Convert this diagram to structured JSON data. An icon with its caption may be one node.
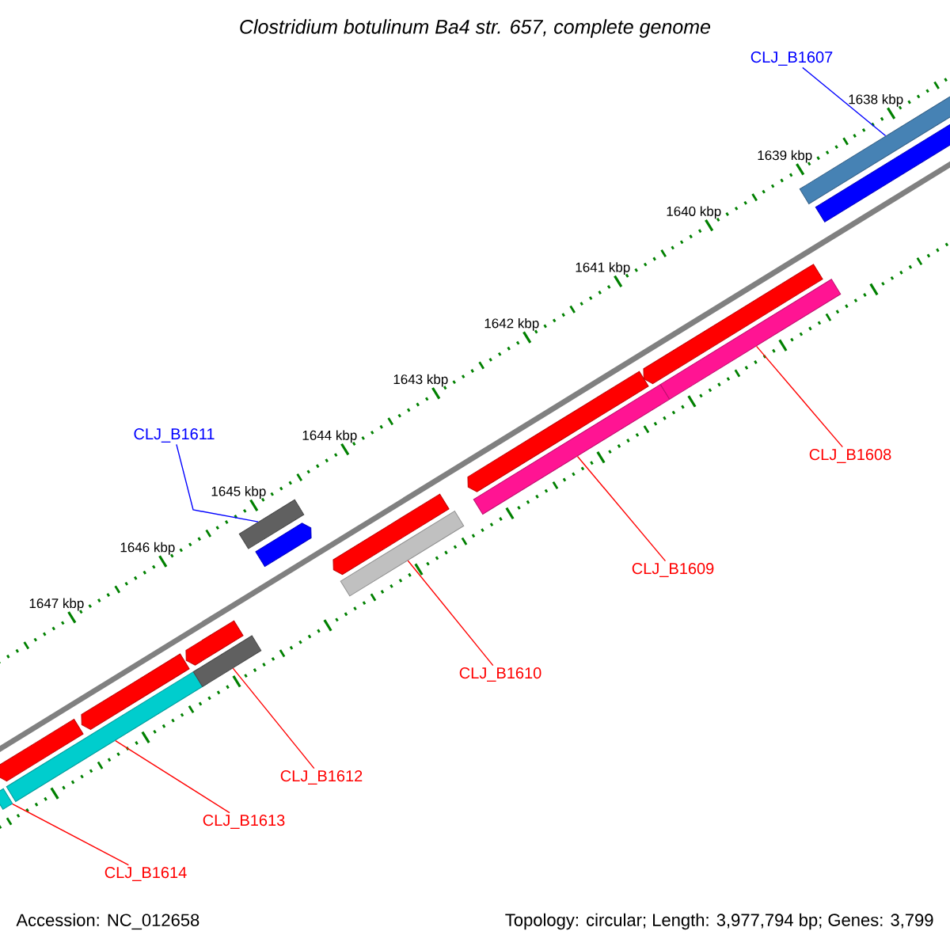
{
  "diagram": {
    "title": "Clostridium botulinum Ba4 str. 657, complete genome",
    "nodes": [
      {
        "text": [
          "CLJ_B1607"
        ]
      },
      {
        "text": [
          "CLJ_B1611"
        ]
      },
      {
        "text": [
          "CLJ_B1608"
        ]
      },
      {
        "text": [
          "CLJ_B1609"
        ]
      },
      {
        "text": [
          "CLJ_B1610"
        ]
      },
      {
        "text": [
          "CLJ_B1612"
        ]
      },
      {
        "text": [
          "CLJ_B1613"
        ]
      },
      {
        "text": [
          "CLJ_B1614"
        ]
      },
      {
        "text": [],
        "shape": "bar"
      },
      {
        "text": [],
        "shape": "bar"
      },
      {
        "text": [],
        "shape": "bar"
      },
      {
        "text": [],
        "shape": "bar"
      },
      {
        "text": [],
        "shape": "bar"
      },
      {
        "text": [],
        "shape": "bar"
      },
      {
        "text": [],
        "shape": "bar"
      },
      {
        "text": [],
        "shape": "bar"
      },
      {
        "text": [],
        "shape": "bar"
      },
      {
        "text": [],
        "shape": "bar"
      },
      {
        "text": [],
        "shape": "bar"
      },
      {
        "text": [],
        "shape": "bar"
      },
      {
        "text": [],
        "shape": "bar"
      },
      {
        "text": [],
        "shape": "bar"
      },
      {
        "text": [],
        "shape": "bar"
      },
      {
        "text": [],
        "shape": "bar"
      }
    ],
    "edges": [
      {
        "from": 0,
        "to": 22,
        "arrow": "none",
        "color": "#0000ff"
      },
      {
        "from": 1,
        "to": 14,
        "arrow": "none",
        "color": "#0000ff"
      },
      {
        "from": 2,
        "to": 21,
        "arrow": "none"
      },
      {
        "from": 3,
        "to": 19,
        "arrow": "none"
      },
      {
        "from": 4,
        "to": 17,
        "arrow": "none"
      },
      {
        "from": 5,
        "to": 13,
        "arrow": "none"
      },
      {
        "from": 6,
        "to": 10,
        "arrow": "none"
      },
      {
        "from": 7,
        "to": 8,
        "arrow": "none"
      }
    ],
    "labels": [
      "1638 kbp",
      "1639 kbp",
      "1640 kbp",
      "1641 kbp",
      "1642 kbp",
      "1643 kbp",
      "1644 kbp",
      "1645 kbp",
      "1646 kbp",
      "1647 kbp",
      "Accession: NC_012658",
      "Topology: circular; Length: 3,977,794 bp; Genes: 3,799"
    ]
  }
}
